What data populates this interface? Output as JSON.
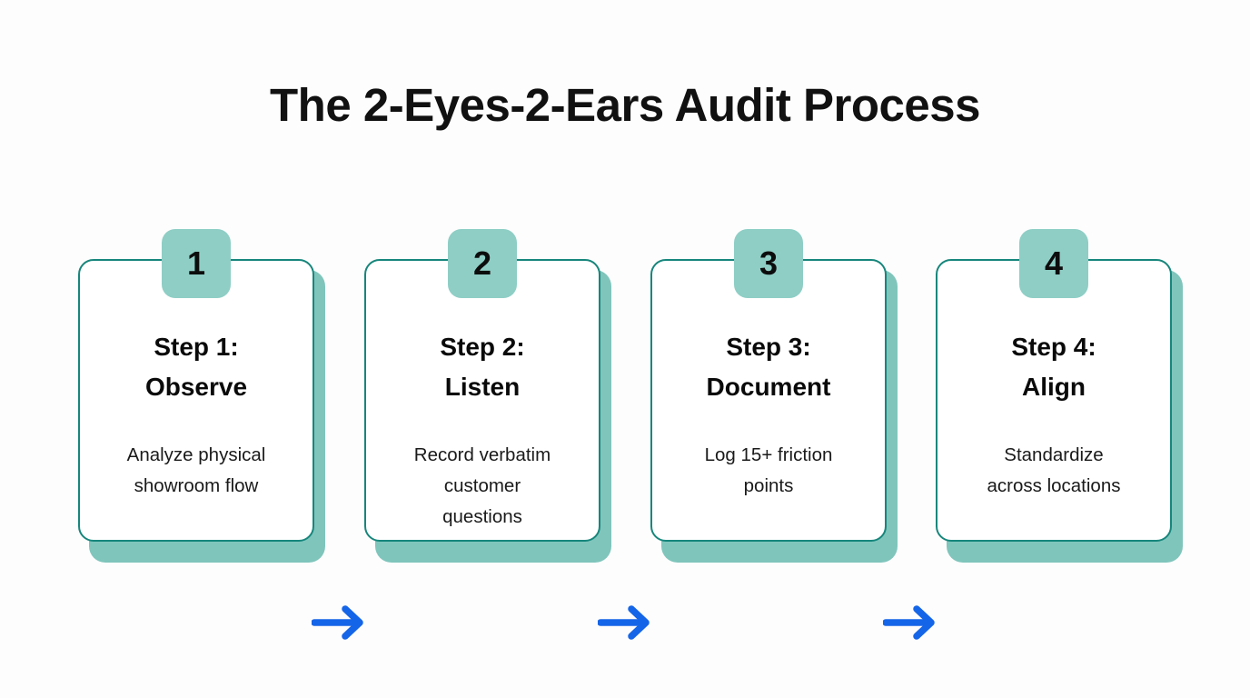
{
  "page": {
    "title": "The 2-Eyes-2-Ears Audit Process",
    "background_color": "#FDFDFD",
    "accent_border_color": "#17867C",
    "accent_shadow_color": "#7FC5BC",
    "badge_color": "#8ECEC5",
    "arrow_color": "#1565E8",
    "title_color": "#111111"
  },
  "steps": [
    {
      "badge": "1",
      "heading": "Step 1:\nObserve",
      "description": "Analyze physical\nshowroom flow"
    },
    {
      "badge": "2",
      "heading": "Step 2:\nListen",
      "description": "Record verbatim\ncustomer\nquestions"
    },
    {
      "badge": "3",
      "heading": "Step 3:\nDocument",
      "description": "Log 15+ friction\npoints"
    },
    {
      "badge": "4",
      "heading": "Step 4:\nAlign",
      "description": "Standardize\nacross locations"
    }
  ],
  "connectors": [
    {
      "icon": "arrow-right-icon",
      "from": "1",
      "to": "2"
    },
    {
      "icon": "arrow-right-icon",
      "from": "2",
      "to": "3"
    },
    {
      "icon": "arrow-right-icon",
      "from": "3",
      "to": "4"
    }
  ]
}
